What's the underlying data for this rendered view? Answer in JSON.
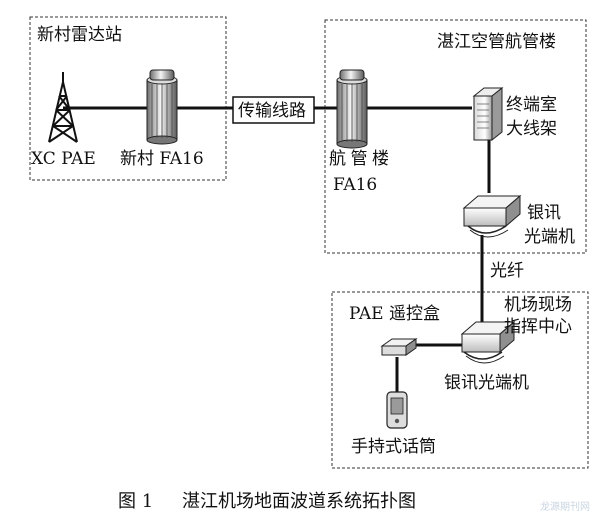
{
  "regions": {
    "xincun_station": "新村雷达站",
    "zhanjiang_atc_building": "湛江空管航管楼",
    "airport_command_center_line1": "机场现场",
    "airport_command_center_line2": "指挥中心"
  },
  "devices": {
    "xc_pae": "XC PAE",
    "xincun_fa16": "新村 FA16",
    "transmission_line": "传输线路",
    "atc_fa16_line1": "航管楼",
    "atc_fa16_line2": "FA16",
    "terminal_rack_line1": "终端室",
    "terminal_rack_line2": "大线架",
    "yinxun_optical_line1": "银讯",
    "yinxun_optical_line2": "光端机",
    "fiber": "光纤",
    "pae_remote_box": "PAE 遥控盒",
    "yinxun_optical_site": "银讯光端机",
    "handheld_mic": "手持式话筒"
  },
  "caption": {
    "figure_number": "图 1",
    "title": "湛江机场地面波道系统拓扑图"
  },
  "watermark": "龙源期刊网"
}
